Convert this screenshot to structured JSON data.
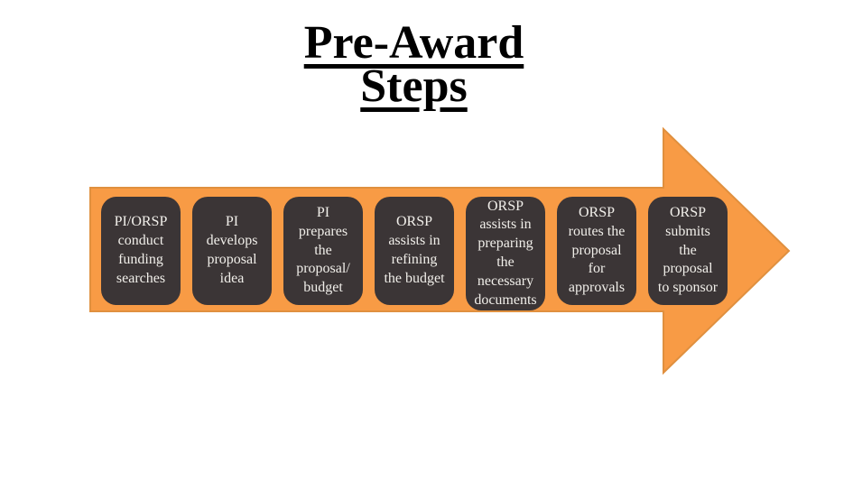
{
  "title": {
    "text": "Pre-Award\nSteps"
  },
  "diagram": {
    "name": "pre-award process flow",
    "steps": [
      {
        "label": "PI/ORSP\nconduct\nfunding\nsearches"
      },
      {
        "label": "PI\ndevelops\nproposal\nidea"
      },
      {
        "label": "PI\nprepares\nthe\nproposal/\nbudget"
      },
      {
        "label": "ORSP\nassists in\nrefining\nthe budget"
      },
      {
        "label": "ORSP\nassists in\npreparing\nthe\nnecessary\ndocuments"
      },
      {
        "label": "ORSP\nroutes the\nproposal\nfor\napprovals"
      },
      {
        "label": "ORSP\nsubmits\nthe\nproposal\nto sponsor"
      }
    ]
  },
  "colors": {
    "background": "#FFFFFF",
    "title_text": "#000000",
    "arrow_fill": "#F89B45",
    "arrow_border": "#E0903F",
    "box_fill": "#3B3536",
    "box_text": "#F1EFEA"
  }
}
